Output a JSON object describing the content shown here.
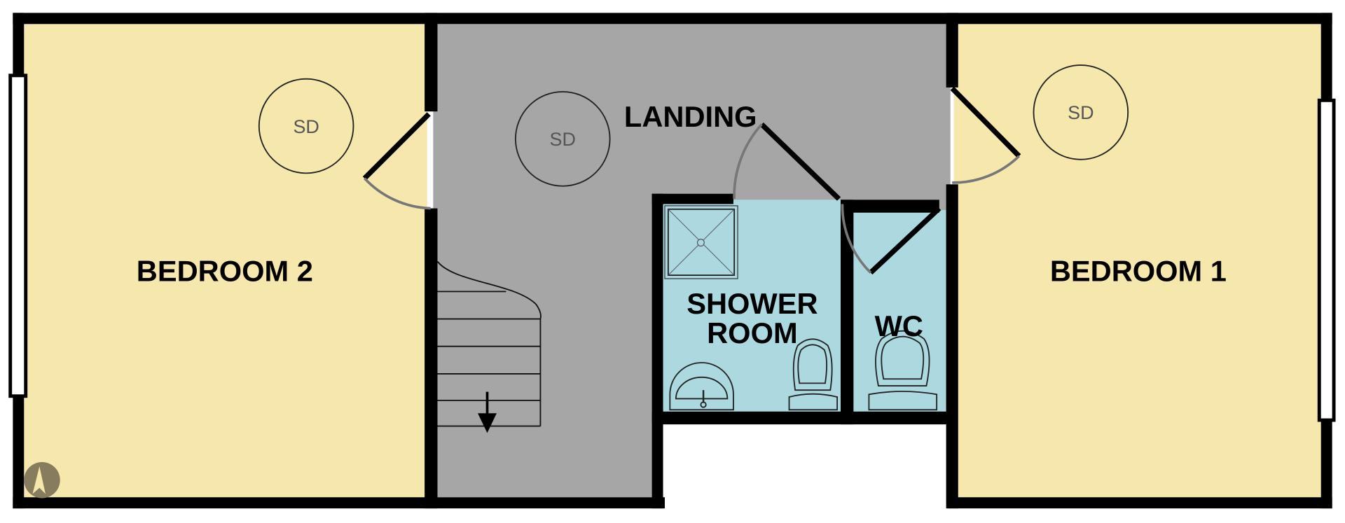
{
  "rooms": {
    "bedroom2": "BEDROOM 2",
    "landing": "LANDING",
    "shower_line1": "SHOWER",
    "shower_line2": "ROOM",
    "wc": "WC",
    "bedroom1": "BEDROOM 1"
  },
  "smoke_detectors": [
    "SD",
    "SD",
    "SD"
  ],
  "colors": {
    "bedroom": "#f6e7ad",
    "landing": "#a6a6a6",
    "bathroom": "#acd8df",
    "wall": "#000000",
    "compass": "#877c5d"
  }
}
